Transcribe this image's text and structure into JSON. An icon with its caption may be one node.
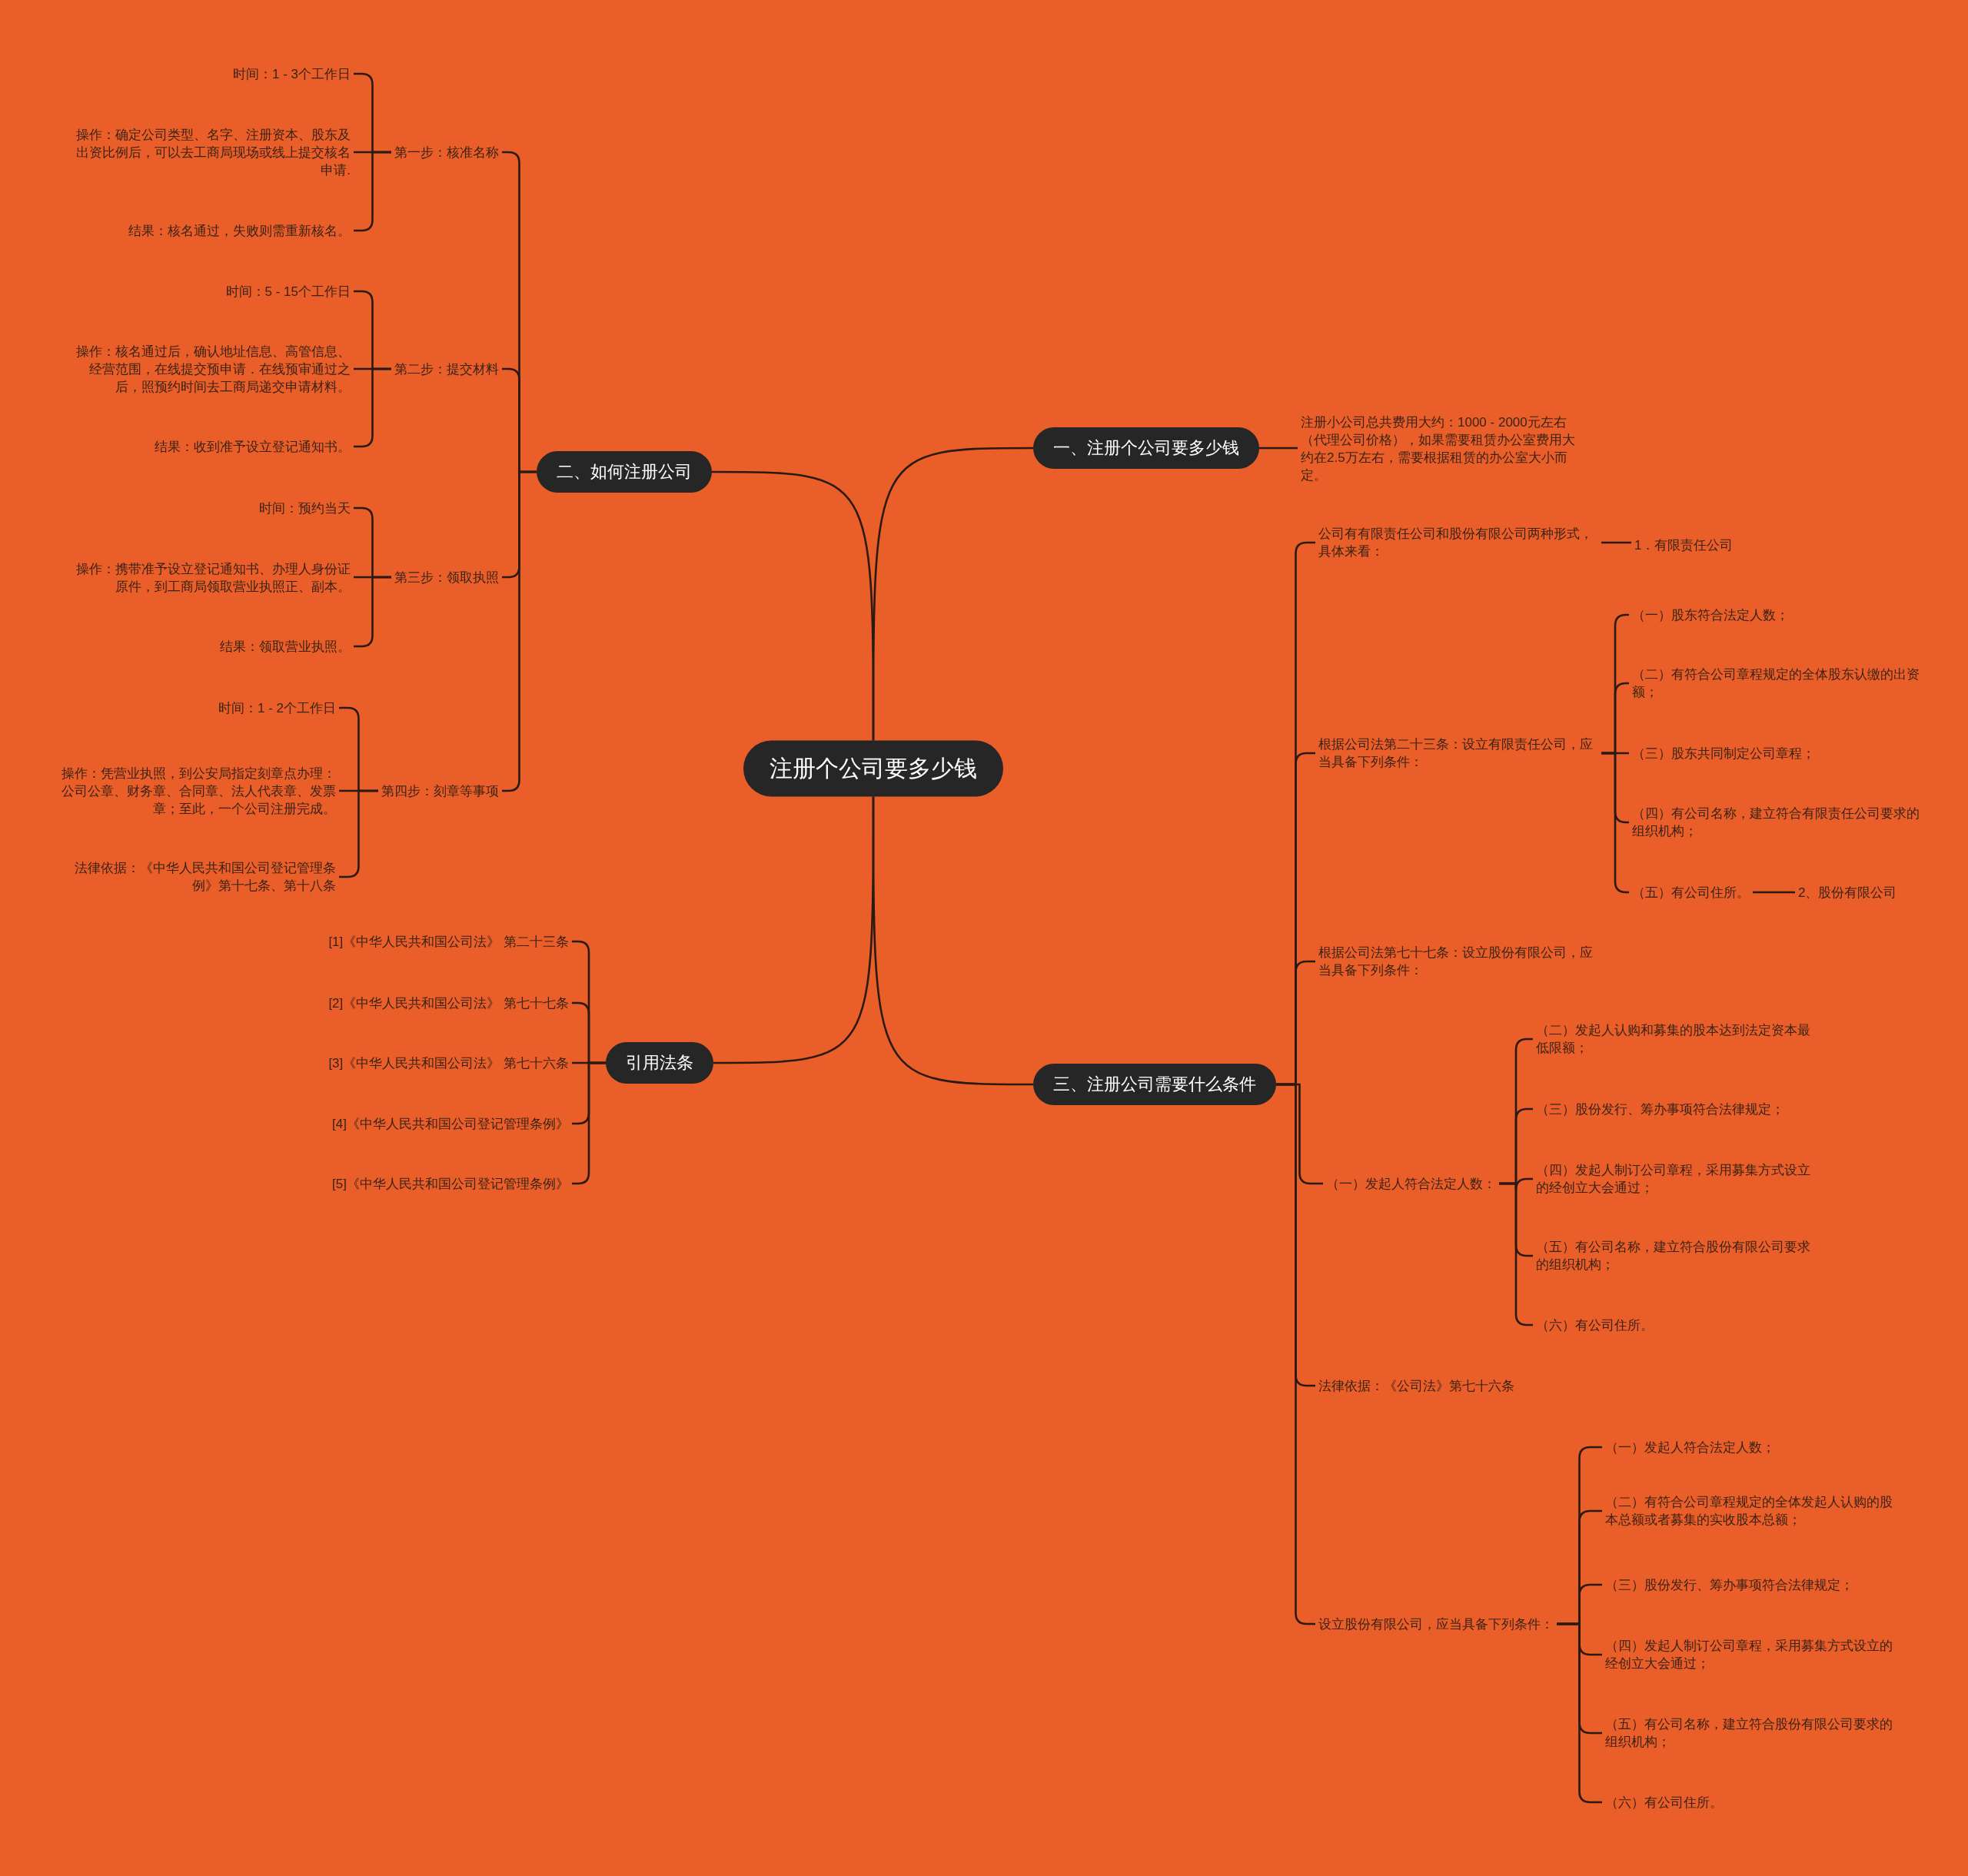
{
  "diagram": {
    "nodes": [
      {
        "text": [
          "注册个公司要多少钱"
        ]
      },
      {
        "text": [
          "一、注册个公司要多少钱"
        ]
      },
      {
        "text": [
          "注册小公司总共费用大约：1000 - 2000元左右（代理公司价格），如果需要租赁办公室费用大约在2.5万左右，需要根据租赁的办公室大小而定。"
        ]
      },
      {
        "text": [
          "二、如何注册公司"
        ]
      },
      {
        "text": [
          "第一步：核准名称"
        ]
      },
      {
        "text": [
          "时间：1 - 3个工作日"
        ]
      },
      {
        "text": [
          "操作：确定公司类型、名字、注册资本、股东及出资比例后，可以去工商局现场或线上提交核名申请."
        ]
      },
      {
        "text": [
          "结果：核名通过，失败则需重新核名。"
        ]
      },
      {
        "text": [
          "第二步：提交材料"
        ]
      },
      {
        "text": [
          "时间：5 - 15个工作日"
        ]
      },
      {
        "text": [
          "操作：核名通过后，确认地址信息、高管信息、经营范围，在线提交预申请．在线预审通过之后，照预约时间去工商局递交申请材料。"
        ]
      },
      {
        "text": [
          "结果：收到准予设立登记通知书。"
        ]
      },
      {
        "text": [
          "第三步：领取执照"
        ]
      },
      {
        "text": [
          "时间：预约当天"
        ]
      },
      {
        "text": [
          "操作：携带准予设立登记通知书、办理人身份证原件，到工商局领取营业执照正、副本。"
        ]
      },
      {
        "text": [
          "结果：领取营业执照。"
        ]
      },
      {
        "text": [
          "第四步：刻章等事项"
        ]
      },
      {
        "text": [
          "时间：1 - 2个工作日"
        ]
      },
      {
        "text": [
          "操作：凭营业执照，到公安局指定刻章点办理：公司公章、财务章、合同章、法人代表章、发票章；至此，一个公司注册完成。"
        ]
      },
      {
        "text": [
          "法律依据：《中华人民共和国公司登记管理条例》第十七条、第十八条"
        ]
      },
      {
        "text": [
          "引用法条"
        ]
      },
      {
        "text": [
          "[1]《中华人民共和国公司法》 第二十三条"
        ]
      },
      {
        "text": [
          "[2]《中华人民共和国公司法》 第七十七条"
        ]
      },
      {
        "text": [
          "[3]《中华人民共和国公司法》 第七十六条"
        ]
      },
      {
        "text": [
          "[4]《中华人民共和国公司登记管理条例》"
        ]
      },
      {
        "text": [
          "[5]《中华人民共和国公司登记管理条例》"
        ]
      },
      {
        "text": [
          "三、注册公司需要什么条件"
        ]
      },
      {
        "text": [
          "公司有有限责任公司和股份有限公司两种形式，具体来看："
        ]
      },
      {
        "text": [
          "1．有限责任公司"
        ]
      },
      {
        "text": [
          "根据公司法第二十三条：设立有限责任公司，应当具备下列条件："
        ]
      },
      {
        "text": [
          "（一）股东符合法定人数；"
        ]
      },
      {
        "text": [
          "（二）有符合公司章程规定的全体股东认缴的出资额；"
        ]
      },
      {
        "text": [
          "（三）股东共同制定公司章程；"
        ]
      },
      {
        "text": [
          "（四）有公司名称，建立符合有限责任公司要求的组织机构；"
        ]
      },
      {
        "text": [
          "（五）有公司住所。"
        ]
      },
      {
        "text": [
          "2、股份有限公司"
        ]
      },
      {
        "text": [
          "根据公司法第七十七条：设立股份有限公司，应当具备下列条件："
        ]
      },
      {
        "text": [
          "（一）发起人符合法定人数："
        ]
      },
      {
        "text": [
          "（二）发起人认购和募集的股本达到法定资本最低限额；"
        ]
      },
      {
        "text": [
          "（三）股份发行、筹办事项符合法律规定；"
        ]
      },
      {
        "text": [
          "（四）发起人制订公司章程，采用募集方式设立的经创立大会通过；"
        ]
      },
      {
        "text": [
          "（五）有公司名称，建立符合股份有限公司要求的组织机构；"
        ]
      },
      {
        "text": [
          "（六）有公司住所。"
        ]
      },
      {
        "text": [
          "法律依据：《公司法》第七十六条"
        ]
      },
      {
        "text": [
          "设立股份有限公司，应当具备下列条件："
        ]
      },
      {
        "text": [
          "（一）发起人符合法定人数；"
        ]
      },
      {
        "text": [
          "（二）有符合公司章程规定的全体发起人认购的股本总额或者募集的实收股本总额；"
        ]
      },
      {
        "text": [
          "（三）股份发行、筹办事项符合法律规定；"
        ]
      },
      {
        "text": [
          "（四）发起人制订公司章程，采用募集方式设立的经创立大会通过；"
        ]
      },
      {
        "text": [
          "（五）有公司名称，建立符合股份有限公司要求的组织机构；"
        ]
      },
      {
        "text": [
          "（六）有公司住所。"
        ]
      }
    ],
    "edges": [
      {
        "from": 0,
        "to": 1,
        "arrow": "none"
      },
      {
        "from": 0,
        "to": 3,
        "arrow": "none"
      },
      {
        "from": 0,
        "to": 20,
        "arrow": "none"
      },
      {
        "from": 0,
        "to": 26,
        "arrow": "none"
      },
      {
        "from": 1,
        "to": 2,
        "arrow": "none"
      },
      {
        "from": 3,
        "to": 4,
        "arrow": "none"
      },
      {
        "from": 3,
        "to": 8,
        "arrow": "none"
      },
      {
        "from": 3,
        "to": 12,
        "arrow": "none"
      },
      {
        "from": 3,
        "to": 16,
        "arrow": "none"
      },
      {
        "from": 4,
        "to": 5,
        "arrow": "none"
      },
      {
        "from": 4,
        "to": 6,
        "arrow": "none"
      },
      {
        "from": 4,
        "to": 7,
        "arrow": "none"
      },
      {
        "from": 8,
        "to": 9,
        "arrow": "none"
      },
      {
        "from": 8,
        "to": 10,
        "arrow": "none"
      },
      {
        "from": 8,
        "to": 11,
        "arrow": "none"
      },
      {
        "from": 12,
        "to": 13,
        "arrow": "none"
      },
      {
        "from": 12,
        "to": 14,
        "arrow": "none"
      },
      {
        "from": 12,
        "to": 15,
        "arrow": "none"
      },
      {
        "from": 16,
        "to": 17,
        "arrow": "none"
      },
      {
        "from": 16,
        "to": 18,
        "arrow": "none"
      },
      {
        "from": 16,
        "to": 19,
        "arrow": "none"
      },
      {
        "from": 20,
        "to": 21,
        "arrow": "none"
      },
      {
        "from": 20,
        "to": 22,
        "arrow": "none"
      },
      {
        "from": 20,
        "to": 23,
        "arrow": "none"
      },
      {
        "from": 20,
        "to": 24,
        "arrow": "none"
      },
      {
        "from": 20,
        "to": 25,
        "arrow": "none"
      },
      {
        "from": 26,
        "to": 27,
        "arrow": "none"
      },
      {
        "from": 26,
        "to": 29,
        "arrow": "none"
      },
      {
        "from": 26,
        "to": 36,
        "arrow": "none"
      },
      {
        "from": 26,
        "to": 37,
        "arrow": "none"
      },
      {
        "from": 26,
        "to": 43,
        "arrow": "none"
      },
      {
        "from": 26,
        "to": 44,
        "arrow": "none"
      },
      {
        "from": 27,
        "to": 28,
        "arrow": "none"
      },
      {
        "from": 29,
        "to": 30,
        "arrow": "none"
      },
      {
        "from": 29,
        "to": 31,
        "arrow": "none"
      },
      {
        "from": 29,
        "to": 32,
        "arrow": "none"
      },
      {
        "from": 29,
        "to": 33,
        "arrow": "none"
      },
      {
        "from": 29,
        "to": 34,
        "arrow": "none"
      },
      {
        "from": 34,
        "to": 35,
        "arrow": "none"
      },
      {
        "from": 37,
        "to": 38,
        "arrow": "none"
      },
      {
        "from": 37,
        "to": 39,
        "arrow": "none"
      },
      {
        "from": 37,
        "to": 40,
        "arrow": "none"
      },
      {
        "from": 37,
        "to": 41,
        "arrow": "none"
      },
      {
        "from": 37,
        "to": 42,
        "arrow": "none"
      },
      {
        "from": 44,
        "to": 45,
        "arrow": "none"
      },
      {
        "from": 44,
        "to": 46,
        "arrow": "none"
      },
      {
        "from": 44,
        "to": 47,
        "arrow": "none"
      },
      {
        "from": 44,
        "to": 48,
        "arrow": "none"
      },
      {
        "from": 44,
        "to": 49,
        "arrow": "none"
      },
      {
        "from": 44,
        "to": 50,
        "arrow": "none"
      }
    ]
  }
}
